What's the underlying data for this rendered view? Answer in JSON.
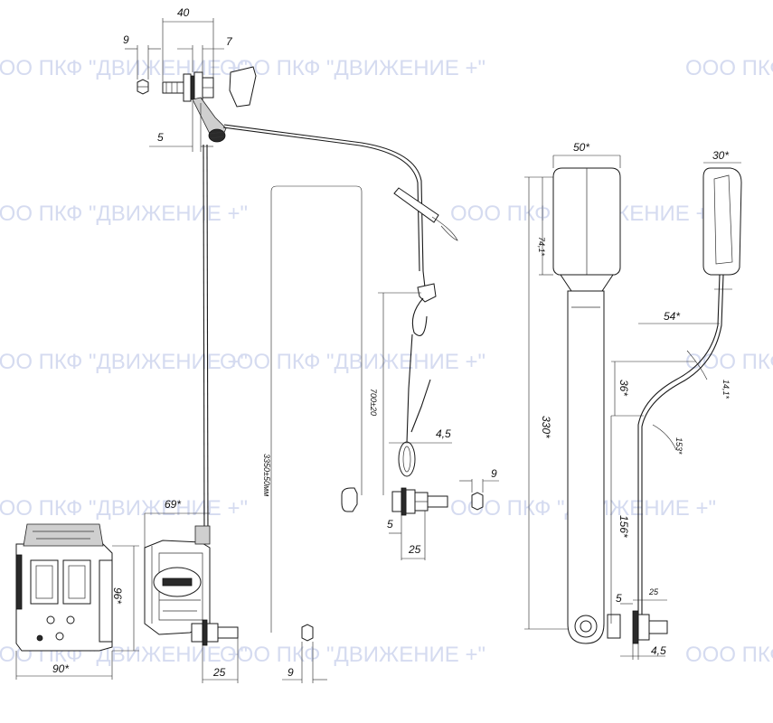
{
  "watermark": "ООО ПКФ \"ДВИЖЕНИЕ +\"",
  "dimensions": {
    "d40": "40",
    "d9_top": "9",
    "d7": "7",
    "d5_top": "5",
    "d50": "50*",
    "d30": "30*",
    "d74": "74,1*",
    "d330": "330*",
    "d54": "54*",
    "d36": "36*",
    "d14": "14,1*",
    "d153": "153*",
    "d156": "156*",
    "d700": "700±20",
    "d3350": "3350±50мм",
    "d45_mid": "4,5",
    "d9_mid": "9",
    "d5_mid": "5",
    "d25_mid": "25",
    "d69": "69*",
    "d96": "96*",
    "d90": "90*",
    "d25_bot": "25",
    "d9_bot": "9",
    "d5_right": "5",
    "d25_right": "25",
    "d45_right": "4,5"
  },
  "colors": {
    "line": "#1a1a1a",
    "watermark": "#d5dbf0"
  }
}
